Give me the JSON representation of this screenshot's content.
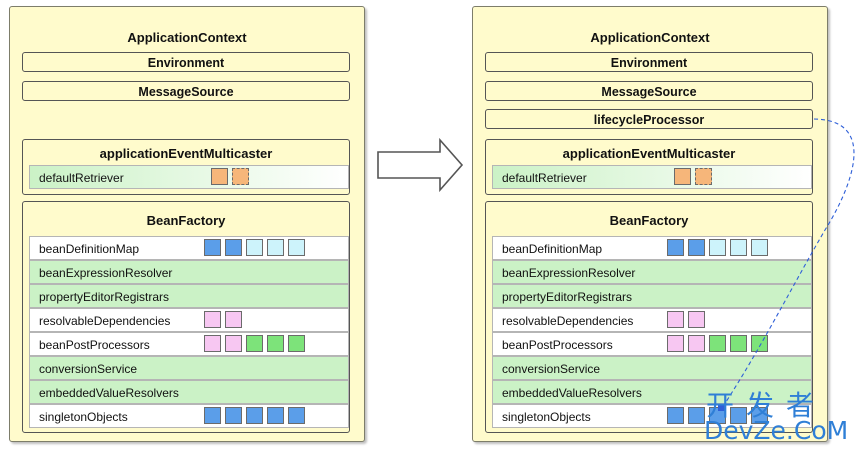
{
  "left": {
    "title": "ApplicationContext",
    "environment": "Environment",
    "message_source": "MessageSource",
    "multicaster": {
      "title": "applicationEventMulticaster",
      "retriever": "defaultRetriever"
    },
    "bean_factory": {
      "title": "BeanFactory",
      "rows": [
        {
          "label": "beanDefinitionMap"
        },
        {
          "label": "beanExpressionResolver"
        },
        {
          "label": "propertyEditorRegistrars"
        },
        {
          "label": "resolvableDependencies"
        },
        {
          "label": "beanPostProcessors"
        },
        {
          "label": "conversionService"
        },
        {
          "label": "embeddedValueResolvers"
        },
        {
          "label": "singletonObjects"
        }
      ]
    }
  },
  "right": {
    "title": "ApplicationContext",
    "environment": "Environment",
    "message_source": "MessageSource",
    "lifecycle": "lifecycleProcessor",
    "multicaster": {
      "title": "applicationEventMulticaster",
      "retriever": "defaultRetriever"
    },
    "bean_factory": {
      "title": "BeanFactory",
      "rows": [
        {
          "label": "beanDefinitionMap"
        },
        {
          "label": "beanExpressionResolver"
        },
        {
          "label": "propertyEditorRegistrars"
        },
        {
          "label": "resolvableDependencies"
        },
        {
          "label": "beanPostProcessors"
        },
        {
          "label": "conversionService"
        },
        {
          "label": "embeddedValueResolvers"
        },
        {
          "label": "singletonObjects"
        }
      ]
    }
  },
  "watermark": {
    "cn": "开发者",
    "en": "DevZe.CoM"
  },
  "colors": {
    "context_bg": "#fffbcc",
    "blue": "#5b9ee9",
    "light_blue": "#cdf3fb",
    "pink": "#f7c7f2",
    "green": "#7de37a",
    "orange": "#f6b67a",
    "connector": "#2e5fd8"
  }
}
